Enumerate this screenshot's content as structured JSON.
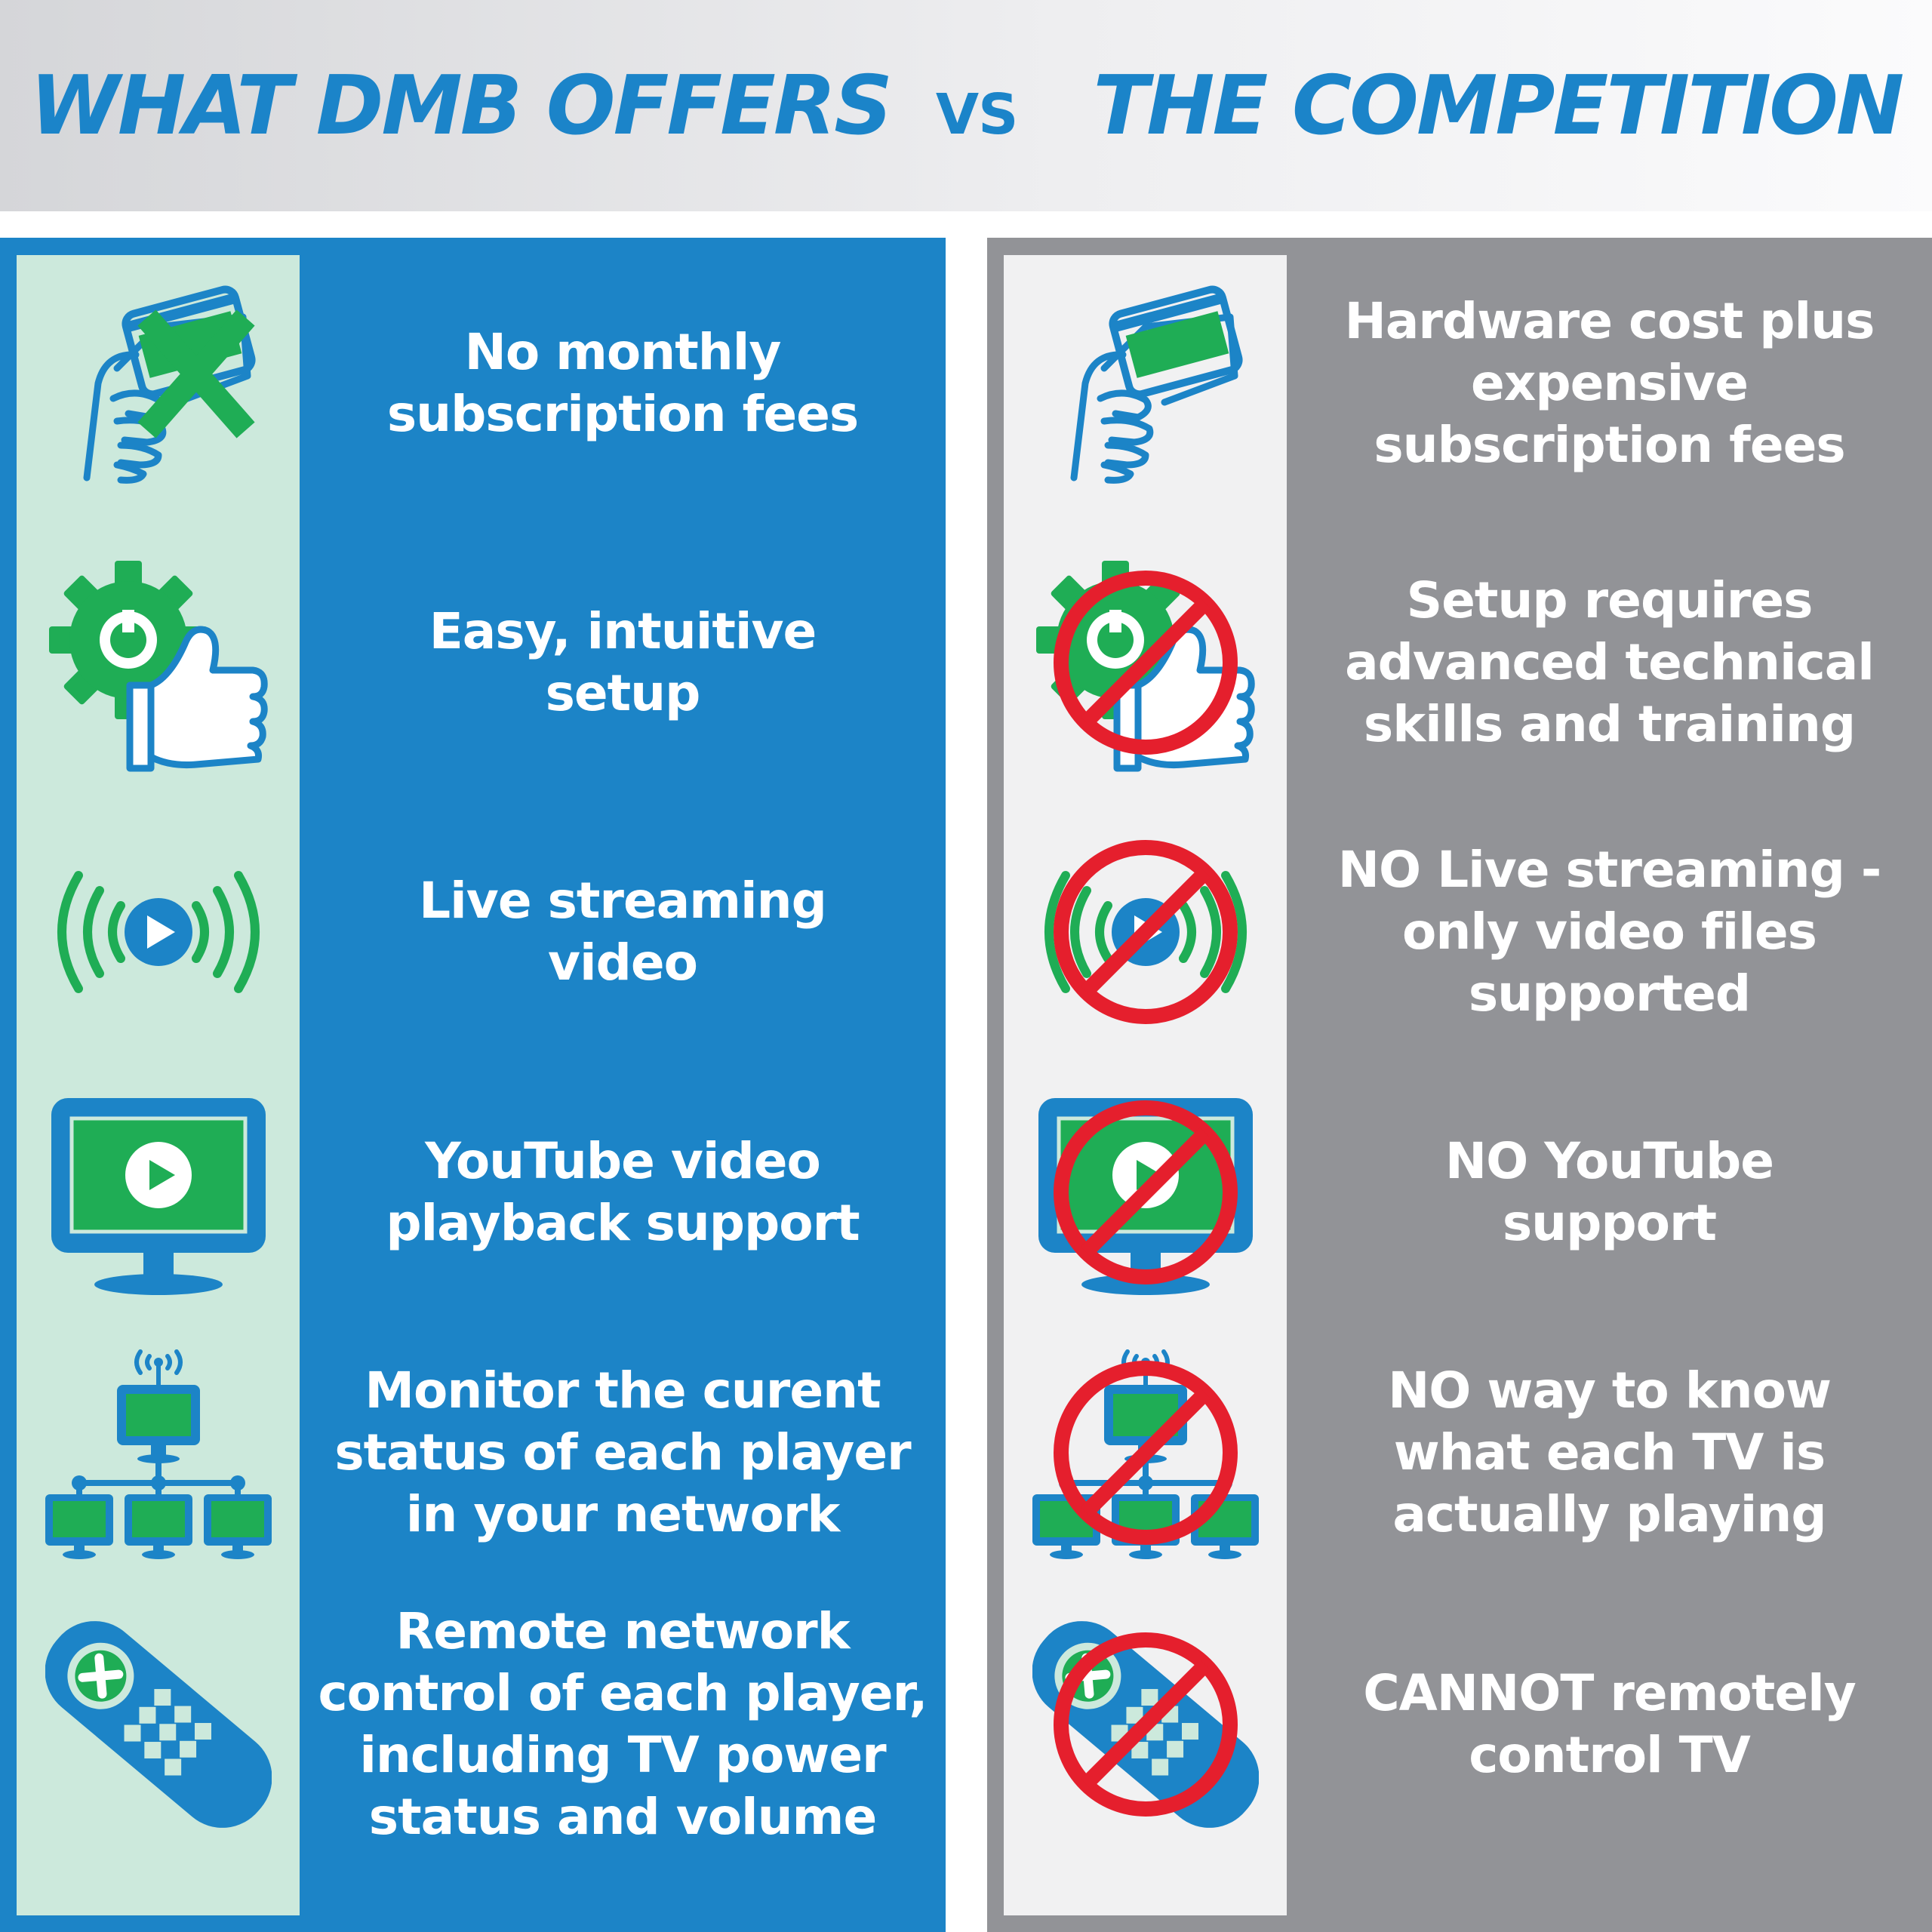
{
  "header": {
    "left_title": "WHAT DMB OFFERS",
    "vs": "VS",
    "right_title": "THE COMPETITION"
  },
  "colors": {
    "blue": "#1c84c7",
    "gray_panel": "#929397",
    "green": "#1fad55",
    "mint": "#cce9dc",
    "red": "#e51f2d",
    "title_blue": "#1b84c9"
  },
  "dmb": {
    "features": [
      {
        "icon": "card-crossed-out-icon",
        "text": "No monthly\nsubscription fees"
      },
      {
        "icon": "gear-thumbs-up-icon",
        "text": "Easy, intuitive\nsetup"
      },
      {
        "icon": "live-stream-play-icon",
        "text": "Live streaming\nvideo"
      },
      {
        "icon": "monitor-play-icon",
        "text": "YouTube video\nplayback support"
      },
      {
        "icon": "network-monitors-icon",
        "text": "Monitor the curent\nstatus of each player\nin your network"
      },
      {
        "icon": "remote-control-icon",
        "text": "Remote network\ncontrol of each player,\nincluding TV power\nstatus and volume"
      }
    ]
  },
  "competition": {
    "features": [
      {
        "icon": "card-payment-icon",
        "text": "Hardware cost plus\nexpensive\nsubscription fees"
      },
      {
        "icon": "no-gear-thumbs-up-icon",
        "text": "Setup requires\nadvanced technical\nskills and training"
      },
      {
        "icon": "no-live-stream-icon",
        "text": "NO Live streaming -\nonly video files\nsupported"
      },
      {
        "icon": "no-monitor-play-icon",
        "text": "NO YouTube\nsupport"
      },
      {
        "icon": "no-network-monitors-icon",
        "text": "NO way to know\nwhat each TV is\nactually playing"
      },
      {
        "icon": "no-remote-control-icon",
        "text": "CANNOT remotely\ncontrol TV"
      }
    ]
  }
}
